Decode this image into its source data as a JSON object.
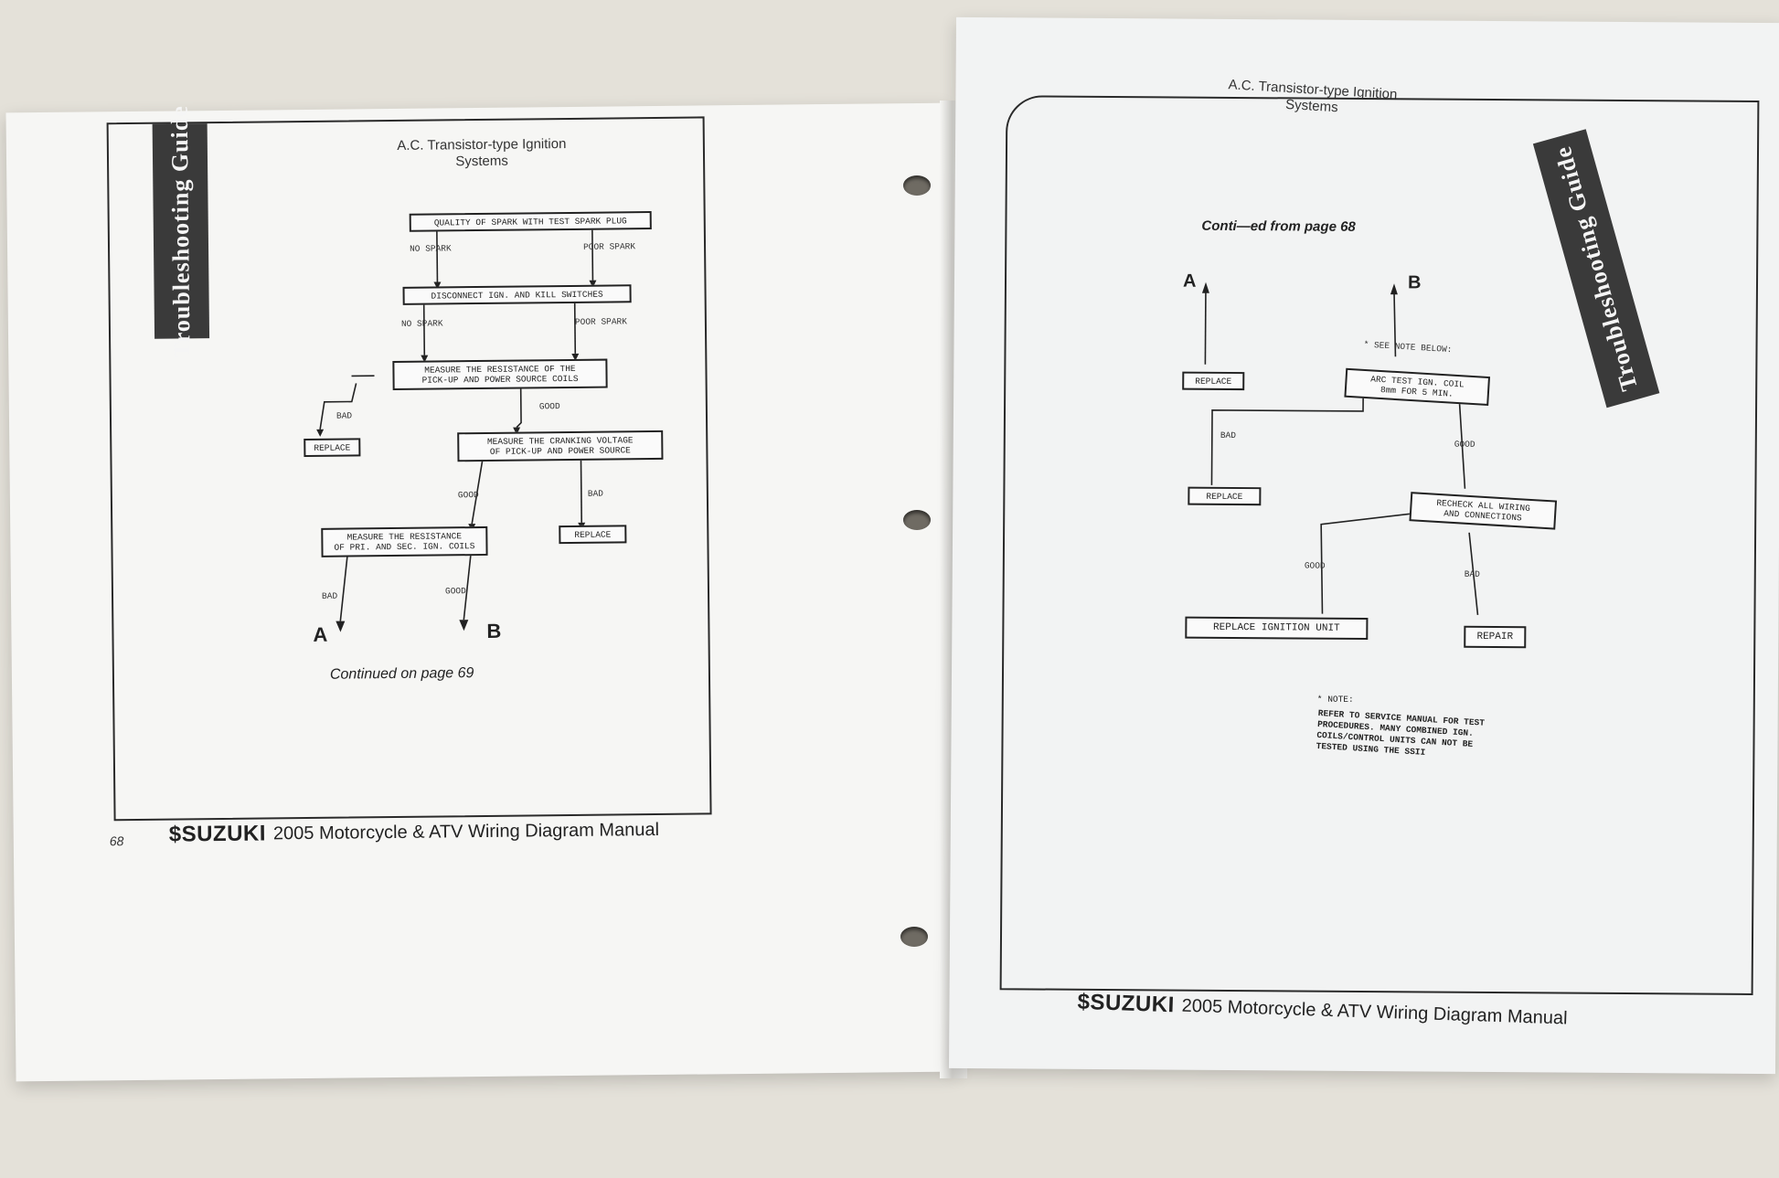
{
  "left_page": {
    "tab_label": "Troubleshooting Guide",
    "title_line1": "A.C. Transistor-type Ignition",
    "title_line2": "Systems",
    "boxes": {
      "quality": "QUALITY OF SPARK WITH TEST SPARK PLUG",
      "disconnect": "DISCONNECT IGN. AND KILL SWITCHES",
      "measure_res": "MEASURE THE RESISTANCE OF THE\nPICK-UP AND POWER SOURCE COILS",
      "replace1": "REPLACE",
      "cranking": "MEASURE THE CRANKING VOLTAGE\nOF PICK-UP AND POWER SOURCE",
      "measure_coils": "MEASURE THE RESISTANCE\nOF PRI. AND SEC. IGN. COILS",
      "replace2": "REPLACE"
    },
    "labels": {
      "no_spark1": "NO SPARK",
      "poor_spark1": "POOR SPARK",
      "no_spark2": "NO SPARK",
      "poor_spark2": "POOR SPARK",
      "bad1": "BAD",
      "good1": "GOOD",
      "good2": "GOOD",
      "bad2": "BAD",
      "bad3": "BAD",
      "good3": "GOOD"
    },
    "letter_a": "A",
    "letter_b": "B",
    "continued": "Continued on page 69",
    "page_number": "68",
    "brand": "SUZUKI",
    "footer_text": "2005 Motorcycle & ATV Wiring Diagram Manual"
  },
  "right_page": {
    "tab_label": "Troubleshooting Guide",
    "title_line1": "A.C. Transistor-type Ignition",
    "title_line2": "Systems",
    "continued_from": "Conti—ed from page 68",
    "letter_a": "A",
    "letter_b": "B",
    "see_note": "* SEE NOTE BELOW:",
    "boxes": {
      "replace_top": "REPLACE",
      "arc_test": "ARC TEST IGN. COIL\n8mm FOR 5 MIN.",
      "replace_mid": "REPLACE",
      "recheck": "RECHECK ALL WIRING\nAND CONNECTIONS",
      "replace_ign": "REPLACE IGNITION UNIT",
      "repair": "REPAIR"
    },
    "labels": {
      "bad1": "BAD",
      "good1": "GOOD",
      "good2": "GOOD",
      "bad2": "BAD"
    },
    "note_title": "* NOTE:",
    "note_body": "REFER TO SERVICE MANUAL FOR TEST\nPROCEDURES. MANY COMBINED IGN.\nCOILS/CONTROL UNITS CAN NOT BE\nTESTED USING THE SSII",
    "brand": "SUZUKI",
    "footer_text": "2005 Motorcycle & ATV Wiring Diagram Manual"
  },
  "colors": {
    "background": "#e4e1d9",
    "paper": "#f6f6f4",
    "tab": "#3a3a3a",
    "ink": "#222222"
  }
}
